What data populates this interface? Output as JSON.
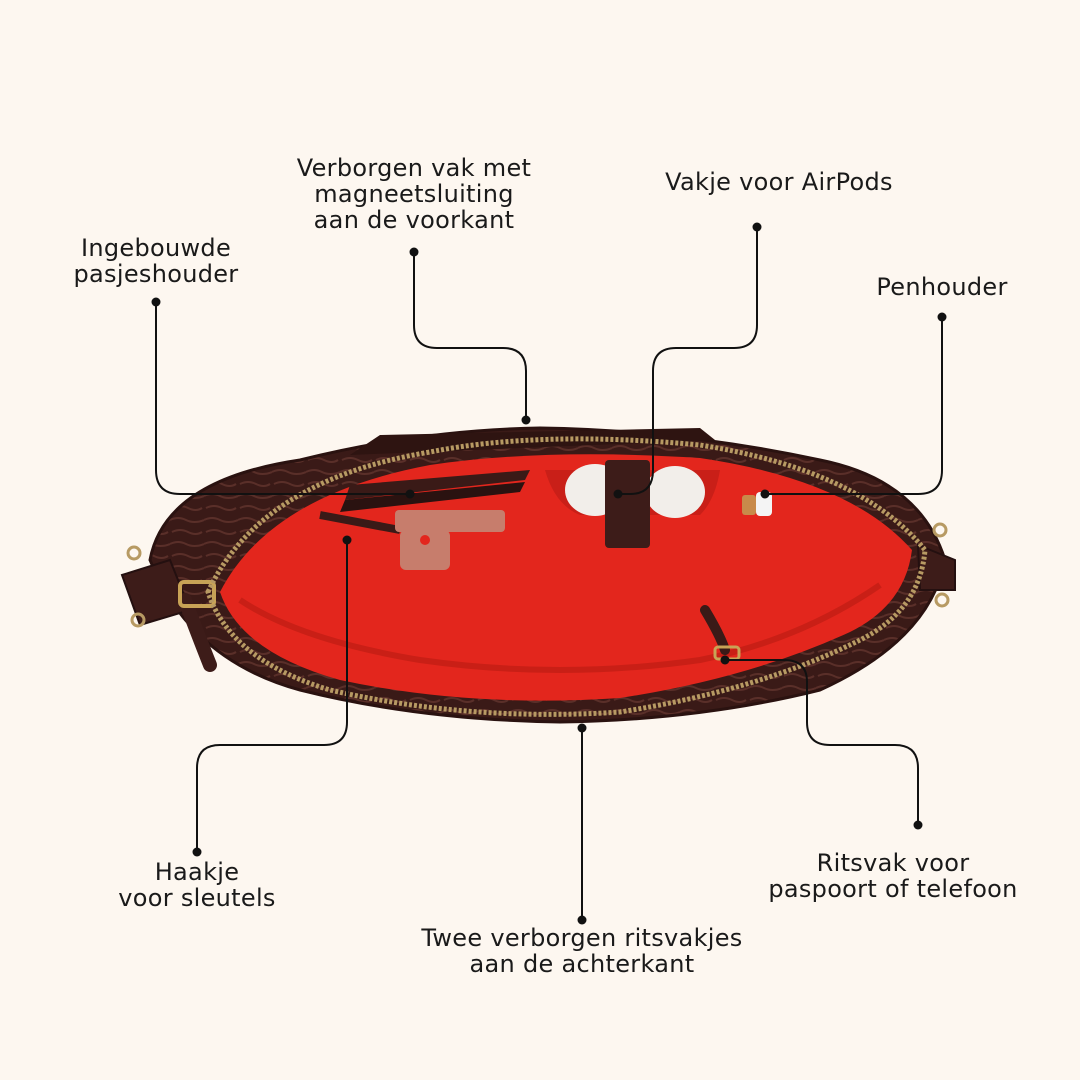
{
  "colors": {
    "background": "#fdf7f0",
    "leather": "#3d1c19",
    "lining": "#e3261d",
    "zipper": "#b79a63",
    "leader_line": "#111111"
  },
  "bag": {
    "description_icon": "open-handbag-top-view"
  },
  "callouts": {
    "magnetic_front": {
      "line1": "Verborgen vak met",
      "line2": "magneetsluiting",
      "line3": "aan de voorkant"
    },
    "airpods": {
      "line1": "Vakje voor AirPods"
    },
    "card_holder": {
      "line1": "Ingebouwde",
      "line2": "pasjeshouder"
    },
    "pen_holder": {
      "line1": "Penhouder"
    },
    "key_hook": {
      "line1": "Haakje",
      "line2": "voor sleutels"
    },
    "passport_zip": {
      "line1": "Ritsvak voor",
      "line2": "paspoort of telefoon"
    },
    "back_zips": {
      "line1": "Twee verborgen ritsvakjes",
      "line2": "aan de achterkant"
    }
  }
}
